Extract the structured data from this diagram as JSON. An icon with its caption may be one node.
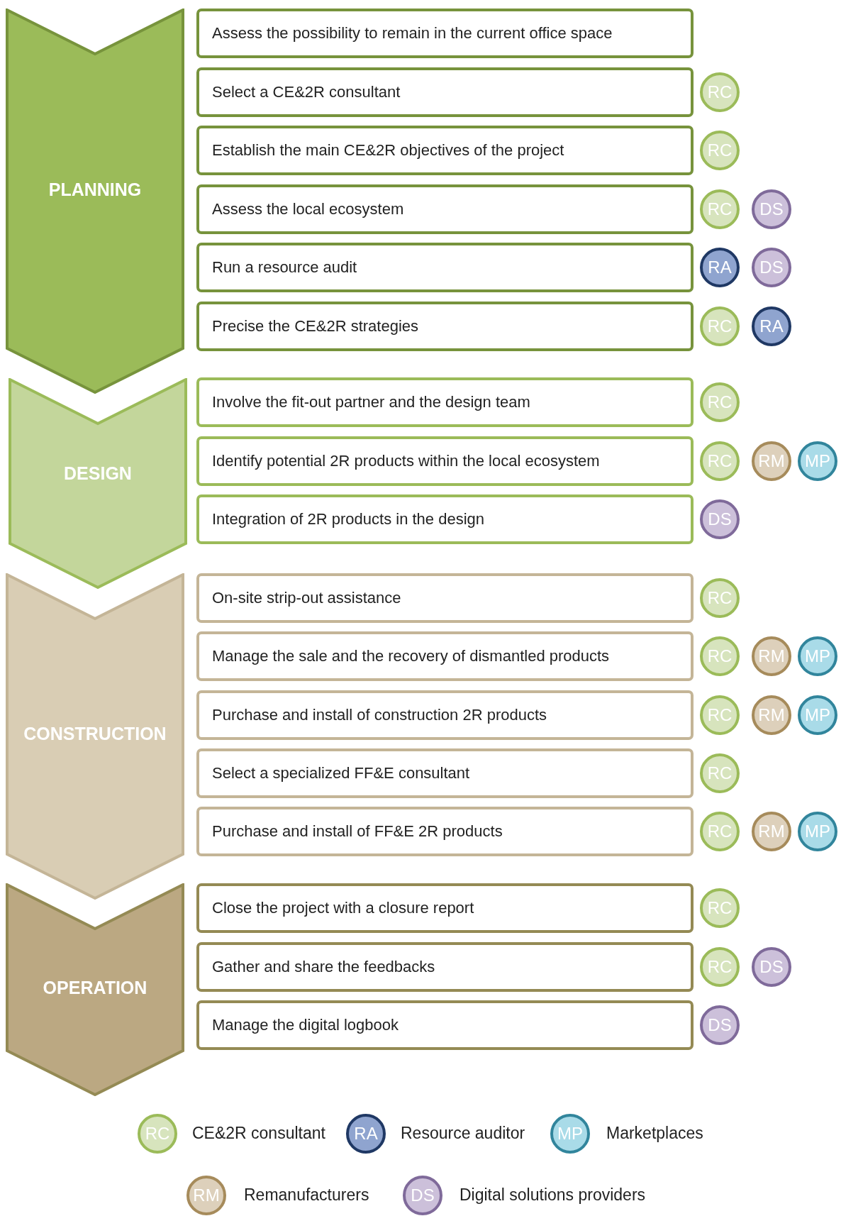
{
  "diagram": {
    "nodes": [
      {
        "text": [
          "PLANNING"
        ]
      },
      {
        "text": [
          "Assess the possibility to remain in the current office space"
        ]
      },
      {
        "text": [
          "Select a CE&2R consultant"
        ]
      },
      {
        "text": [
          "RC"
        ]
      },
      {
        "text": [
          "Establish the main CE&2R objectives of the project"
        ]
      },
      {
        "text": [
          "RC"
        ]
      },
      {
        "text": [
          "Assess the local ecosystem"
        ]
      },
      {
        "text": [
          "RC"
        ]
      },
      {
        "text": [
          "DS"
        ]
      },
      {
        "text": [
          "Run a resource audit"
        ]
      },
      {
        "text": [
          "RA"
        ]
      },
      {
        "text": [
          "DS"
        ]
      },
      {
        "text": [
          "Precise the CE&2R strategies"
        ]
      },
      {
        "text": [
          "RC"
        ]
      },
      {
        "text": [
          "RA"
        ]
      },
      {
        "text": [
          "DESIGN"
        ]
      },
      {
        "text": [
          "Involve the fit-out partner and the design team"
        ]
      },
      {
        "text": [
          "RC"
        ]
      },
      {
        "text": [
          "Identify potential 2R products within the local ecosystem"
        ]
      },
      {
        "text": [
          "RC"
        ]
      },
      {
        "text": [
          "RM"
        ]
      },
      {
        "text": [
          "MP"
        ]
      },
      {
        "text": [
          "Integration of 2R products in the design"
        ]
      },
      {
        "text": [
          "DS"
        ]
      },
      {
        "text": [
          "CONSTRUCTION"
        ]
      },
      {
        "text": [
          "On-site strip-out assistance"
        ]
      },
      {
        "text": [
          "RC"
        ]
      },
      {
        "text": [
          "Manage the sale and the recovery of dismantled products"
        ]
      },
      {
        "text": [
          "RC"
        ]
      },
      {
        "text": [
          "RM"
        ]
      },
      {
        "text": [
          "MP"
        ]
      },
      {
        "text": [
          "Purchase and install of construction 2R products"
        ]
      },
      {
        "text": [
          "RC"
        ]
      },
      {
        "text": [
          "RM"
        ]
      },
      {
        "text": [
          "MP"
        ]
      },
      {
        "text": [
          "Select a specialized FF&E consultant"
        ]
      },
      {
        "text": [
          "RC"
        ]
      },
      {
        "text": [
          "Purchase and install of FF&E 2R products"
        ]
      },
      {
        "text": [
          "RC"
        ]
      },
      {
        "text": [
          "RM"
        ]
      },
      {
        "text": [
          "MP"
        ]
      },
      {
        "text": [
          "OPERATION"
        ]
      },
      {
        "text": [
          "Close the project with a closure report"
        ]
      },
      {
        "text": [
          "RC"
        ]
      },
      {
        "text": [
          "Gather and share the feedbacks"
        ]
      },
      {
        "text": [
          "RC"
        ]
      },
      {
        "text": [
          "DS"
        ]
      },
      {
        "text": [
          "Manage the digital logbook"
        ]
      },
      {
        "text": [
          "DS"
        ]
      },
      {
        "text": [
          "RC"
        ],
        "beside": [
          "CE&2R consultant"
        ]
      },
      {
        "text": [
          "RA"
        ],
        "beside": [
          "Resource auditor"
        ]
      },
      {
        "text": [
          "MP"
        ],
        "beside": [
          "Marketplaces"
        ]
      },
      {
        "text": [
          "RM"
        ],
        "beside": [
          "Remanufacturers"
        ]
      },
      {
        "text": [
          "DS"
        ],
        "beside": [
          "Digital solutions providers"
        ]
      }
    ],
    "edges": []
  }
}
